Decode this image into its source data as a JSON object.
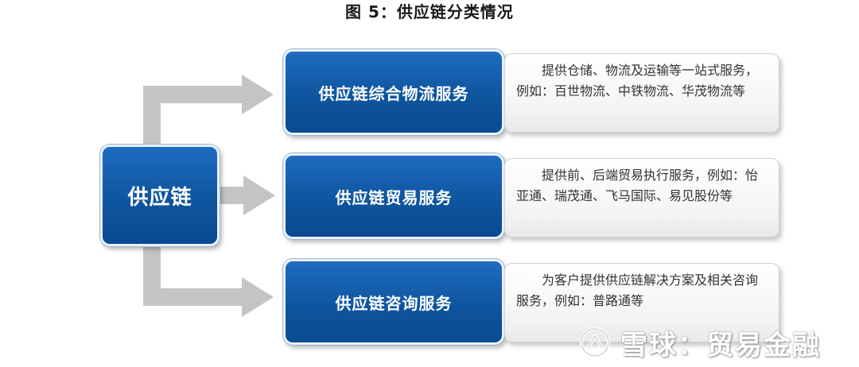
{
  "figure": {
    "title": "图 5：供应链分类情况"
  },
  "root": {
    "label": "供应链"
  },
  "services": [
    {
      "label": "供应链综合物流服务",
      "description": "提供仓储、物流及运输等一站式服务，例如：百世物流、中铁物流、华茂物流等"
    },
    {
      "label": "供应链贸易服务",
      "description": "提供前、后端贸易执行服务，例如：怡亚通、瑞茂通、飞马国际、易见股份等"
    },
    {
      "label": "供应链咨询服务",
      "description": "为客户提供供应链解决方案及相关咨询服务，例如：普路通等"
    }
  ],
  "watermark": {
    "text": "雪球：贸易金融"
  },
  "colors": {
    "box_blue": "#0f559f",
    "arrow_gray": "#c4c4c4",
    "text_white": "#ffffff"
  }
}
